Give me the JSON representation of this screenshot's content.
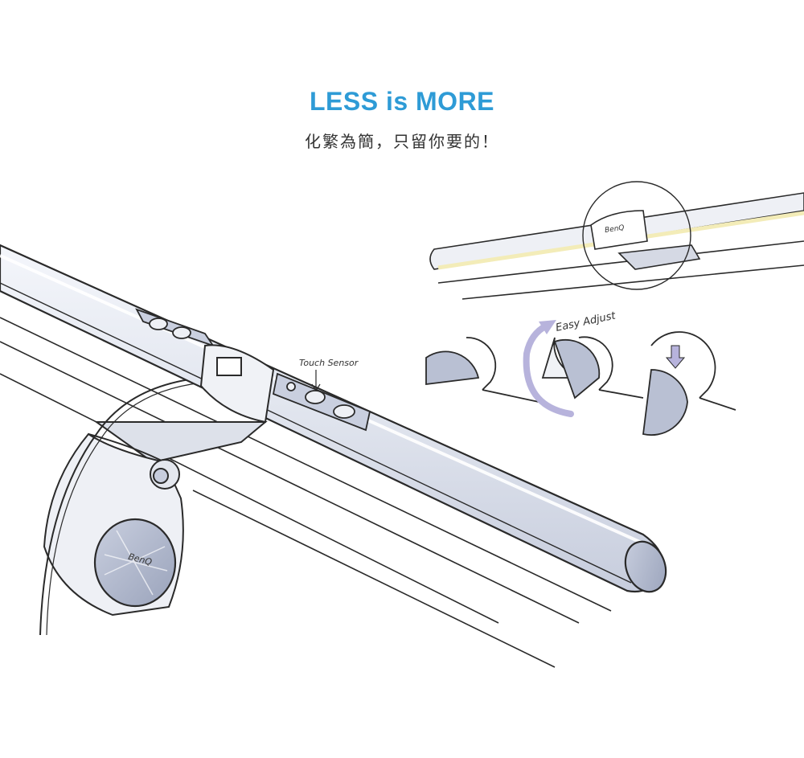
{
  "header": {
    "title": "LESS is MORE",
    "subtitle": "化繁為簡，只留你要的！"
  },
  "annotations": {
    "touch_sensor": "Touch Sensor",
    "easy_adjust": "Easy Adjust",
    "brand_clip": "BenQ",
    "brand_cap": "BenQ"
  },
  "colors": {
    "title": "#2e9bd6",
    "outline": "#2a2a2a",
    "metal": "#e9ecf3",
    "shade": "#b9c0d3",
    "arrow": "#b7b3dc",
    "glow": "#f3ecb8"
  }
}
